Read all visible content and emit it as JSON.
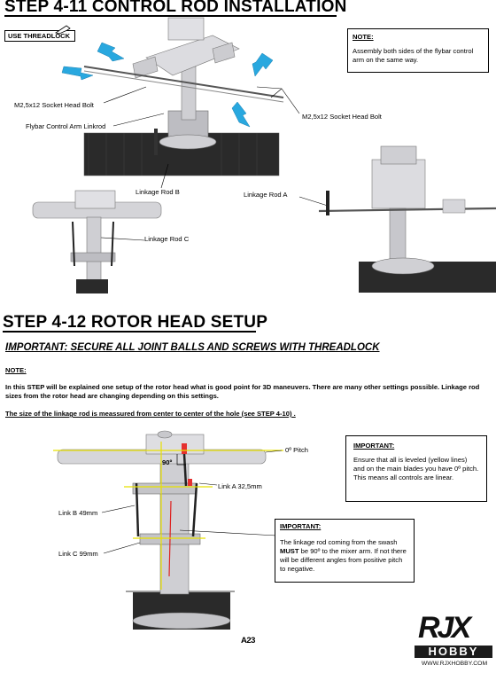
{
  "step411": {
    "title": "STEP 4-11 CONTROL ROD INSTALLATION",
    "threadlock": "USE THREADLOCK",
    "note_title": "NOTE:",
    "note_text": "Assembly both sides of the flybar control arm on the same way.",
    "labels": {
      "bolt_left": "M2,5x12 Socket Head Bolt",
      "bolt_right": "M2,5x12 Socket Head Bolt",
      "linkrod": "Flybar Control Arm Linkrod",
      "rod_b": "Linkage Rod B",
      "rod_a": "Linkage Rod A",
      "rod_c": "Linkage Rod C"
    }
  },
  "step412": {
    "title": "STEP 4-12 ROTOR HEAD SETUP",
    "subtitle": "IMPORTANT: SECURE ALL JOINT BALLS AND SCREWS WITH THREADLOCK",
    "note_title": "NOTE:",
    "note_text": "In this STEP will be explained one setup of the rotor head what is good point for 3D maneuvers. There are many other settings possible. Linkage rod sizes from the rotor head are changing depending on this settings.",
    "size_note": "The size of the linkage rod is meassured from center to center of the hole (see STEP 4-10) .",
    "labels": {
      "pitch": "0º Pitch",
      "angle": "90º",
      "link_a": "Link A 32,5mm",
      "link_b": "Link B 49mm",
      "link_c": "Link C 99mm"
    },
    "important1_title": "IMPORTANT:",
    "important1_text": "Ensure that all is leveled (yellow lines) and on the main blades you have 0º pitch. This means all controls are linear.",
    "important2_title": "IMPORTANT:",
    "important2_pre": "The linkage rod coming from the swash",
    "important2_bold": "MUST",
    "important2_post": "be 90º to the mixer arm. If not there will be different angles from positive pitch to negative."
  },
  "page_number": "A23",
  "brand": {
    "logo": "RJX",
    "name": "HOBBY",
    "url": "WWW.RJXHOBBY.COM"
  },
  "colors": {
    "arrow": "#29a8df",
    "level_line": "#e8e000",
    "carbon": "#2a2a2a",
    "metal": "#c8c8cc"
  }
}
